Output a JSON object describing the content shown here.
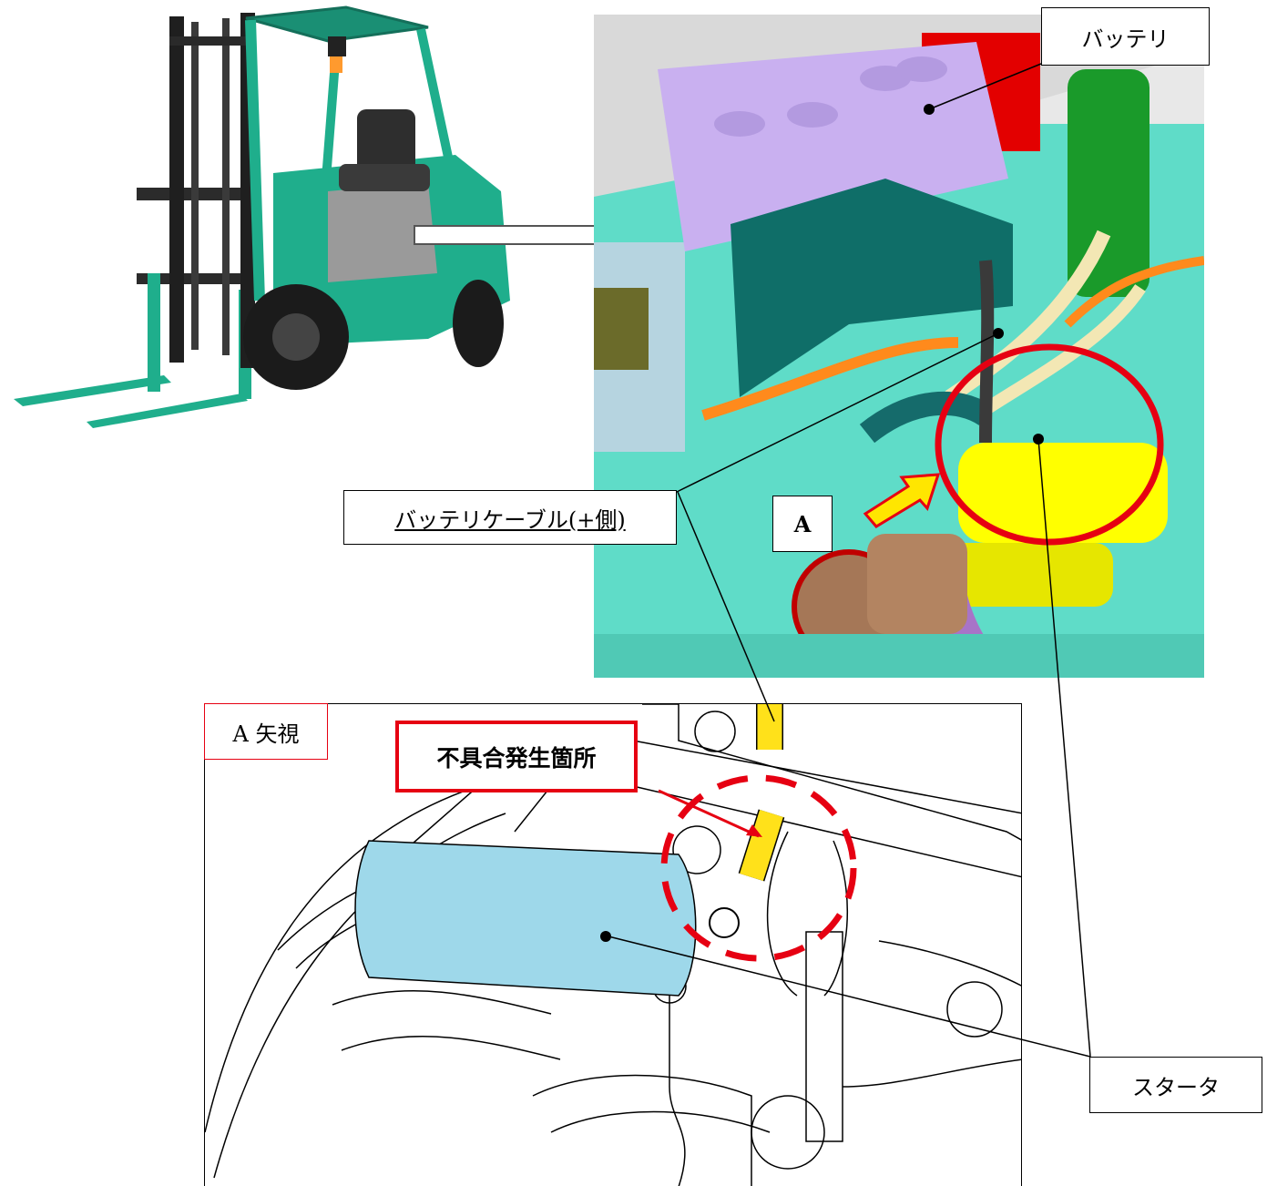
{
  "labels": {
    "battery": "バッテリ",
    "battery_cable": "バッテリケーブル(+側)",
    "view_letter": "A",
    "view_title": "A 矢視",
    "defect_location": "不具合発生箇所",
    "starter": "スタータ"
  },
  "colors": {
    "forklift_body": "#1fae8c",
    "engine_bg": "#5fdcc8",
    "battery": "#c9b0f0",
    "cover": "#0f6e68",
    "starter": "#ffff00",
    "highlight_red": "#e60012",
    "arrow_yellow": "#ffe600",
    "cable_cream": "#f3e7b4",
    "cable_orange": "#ff8a1c",
    "starter_blue": "#9ed8ea"
  },
  "icons": {
    "forklift": "forklift-photo",
    "engine_render": "engine-compartment-render",
    "line_drawing": "starter-line-drawing"
  }
}
